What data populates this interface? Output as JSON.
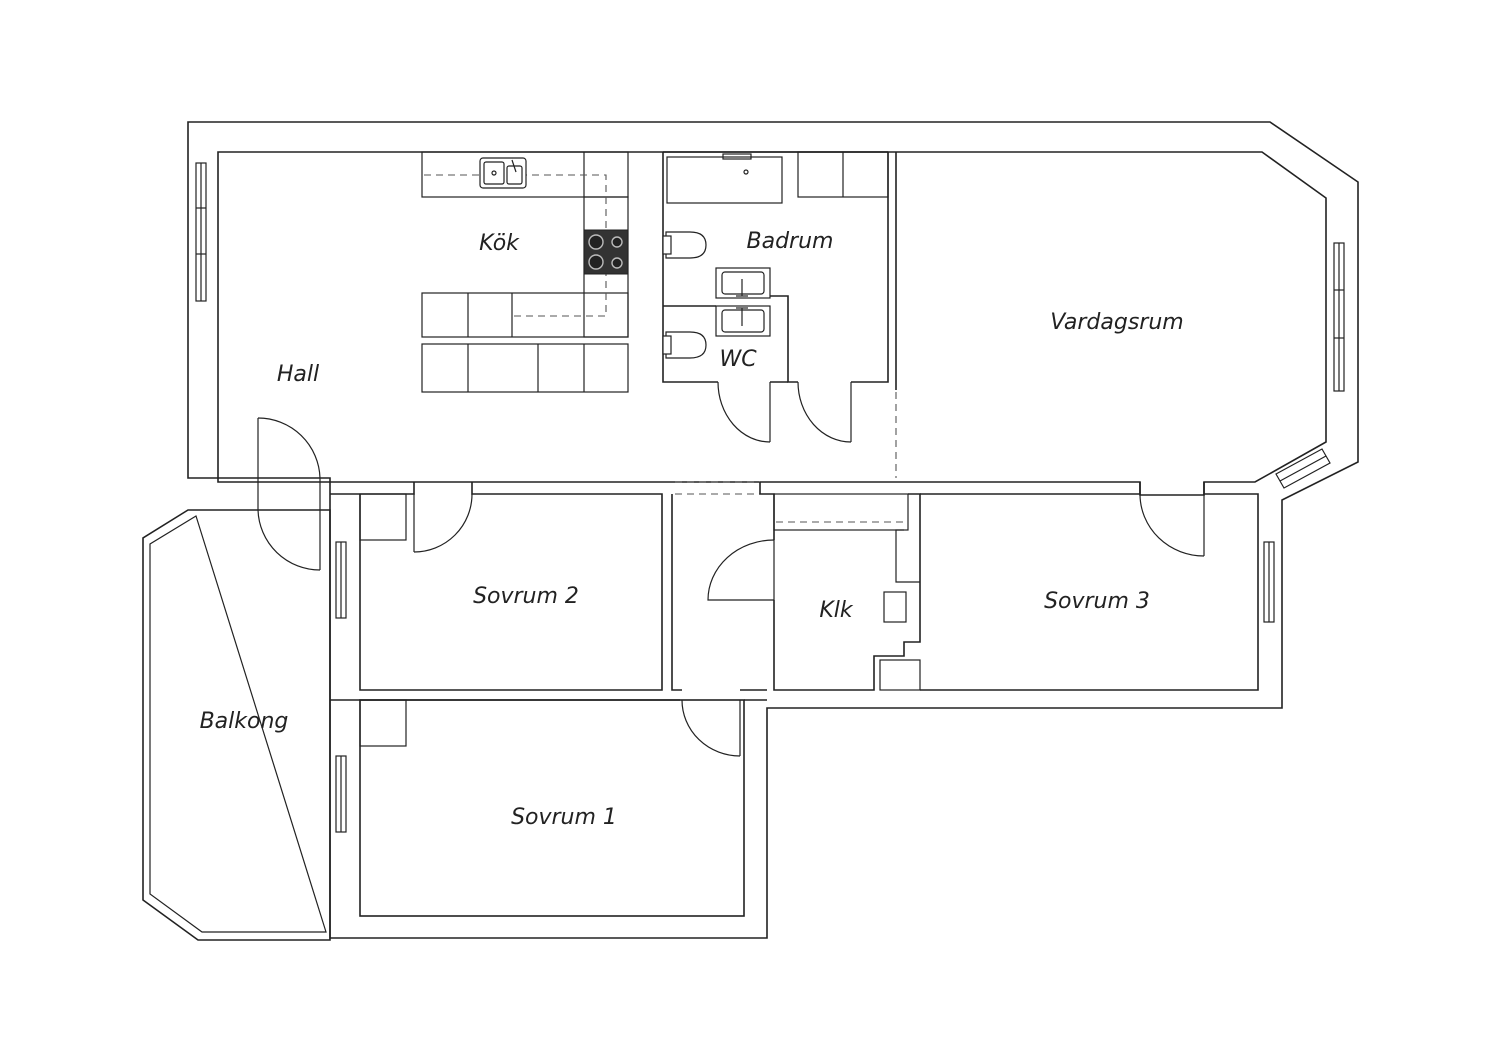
{
  "rooms": {
    "hall": "Hall",
    "kok": "Kök",
    "badrum": "Badrum",
    "wc": "WC",
    "vardagsrum": "Vardagsrum",
    "sovrum2": "Sovrum 2",
    "sovrum1": "Sovrum 1",
    "sovrum3": "Sovrum 3",
    "klk": "Klk",
    "balkong": "Balkong"
  },
  "colors": {
    "line": "#222222",
    "background": "#ffffff",
    "hob": "#333333"
  },
  "icons": [
    "sink-icon",
    "hob-icon",
    "bathtub-icon",
    "toilet-icon",
    "washbasin-icon",
    "door-swing-icon",
    "window-icon"
  ]
}
